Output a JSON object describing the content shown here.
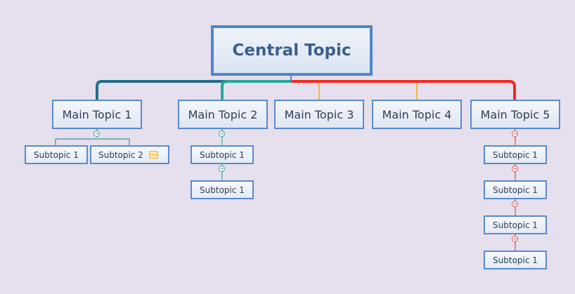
{
  "diagram": {
    "central": "Central Topic",
    "main_topics": [
      {
        "label": "Main Topic 1",
        "subtopics": [
          "Subtopic 1",
          "Subtopic 2"
        ]
      },
      {
        "label": "Main Topic 2",
        "subtopics": [
          "Subtopic 1",
          "Subtopic 1"
        ]
      },
      {
        "label": "Main Topic 3",
        "subtopics": []
      },
      {
        "label": "Main Topic 4",
        "subtopics": []
      },
      {
        "label": "Main Topic 5",
        "subtopics": [
          "Subtopic 1",
          "Subtopic 1",
          "Subtopic 1",
          "Subtopic 1"
        ]
      }
    ],
    "icons": {
      "subtopic_2_marker": "note-icon",
      "collapse_toggle": "collapse-minus-icon"
    },
    "colors": {
      "background": "#e6e0ee",
      "node_border": "#5a8acb",
      "branch_teal_dark": "#1f6f8b",
      "branch_teal": "#24a99a",
      "branch_red": "#f5281e",
      "branch_orange": "#f5b742",
      "branch_red_light": "#e24a4a"
    }
  }
}
